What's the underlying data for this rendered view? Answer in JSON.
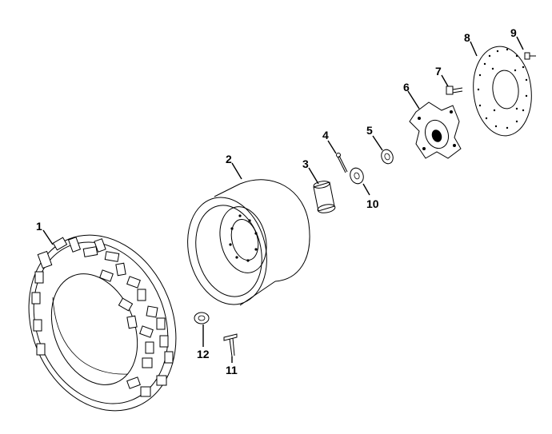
{
  "diagram": {
    "callouts": [
      {
        "id": "callout-1",
        "label": "1"
      },
      {
        "id": "callout-2",
        "label": "2"
      },
      {
        "id": "callout-3",
        "label": "3"
      },
      {
        "id": "callout-4",
        "label": "4"
      },
      {
        "id": "callout-5",
        "label": "5"
      },
      {
        "id": "callout-6",
        "label": "6"
      },
      {
        "id": "callout-7",
        "label": "7"
      },
      {
        "id": "callout-8",
        "label": "8"
      },
      {
        "id": "callout-9",
        "label": "9"
      },
      {
        "id": "callout-10",
        "label": "10"
      },
      {
        "id": "callout-11",
        "label": "11"
      },
      {
        "id": "callout-12",
        "label": "12"
      }
    ]
  }
}
